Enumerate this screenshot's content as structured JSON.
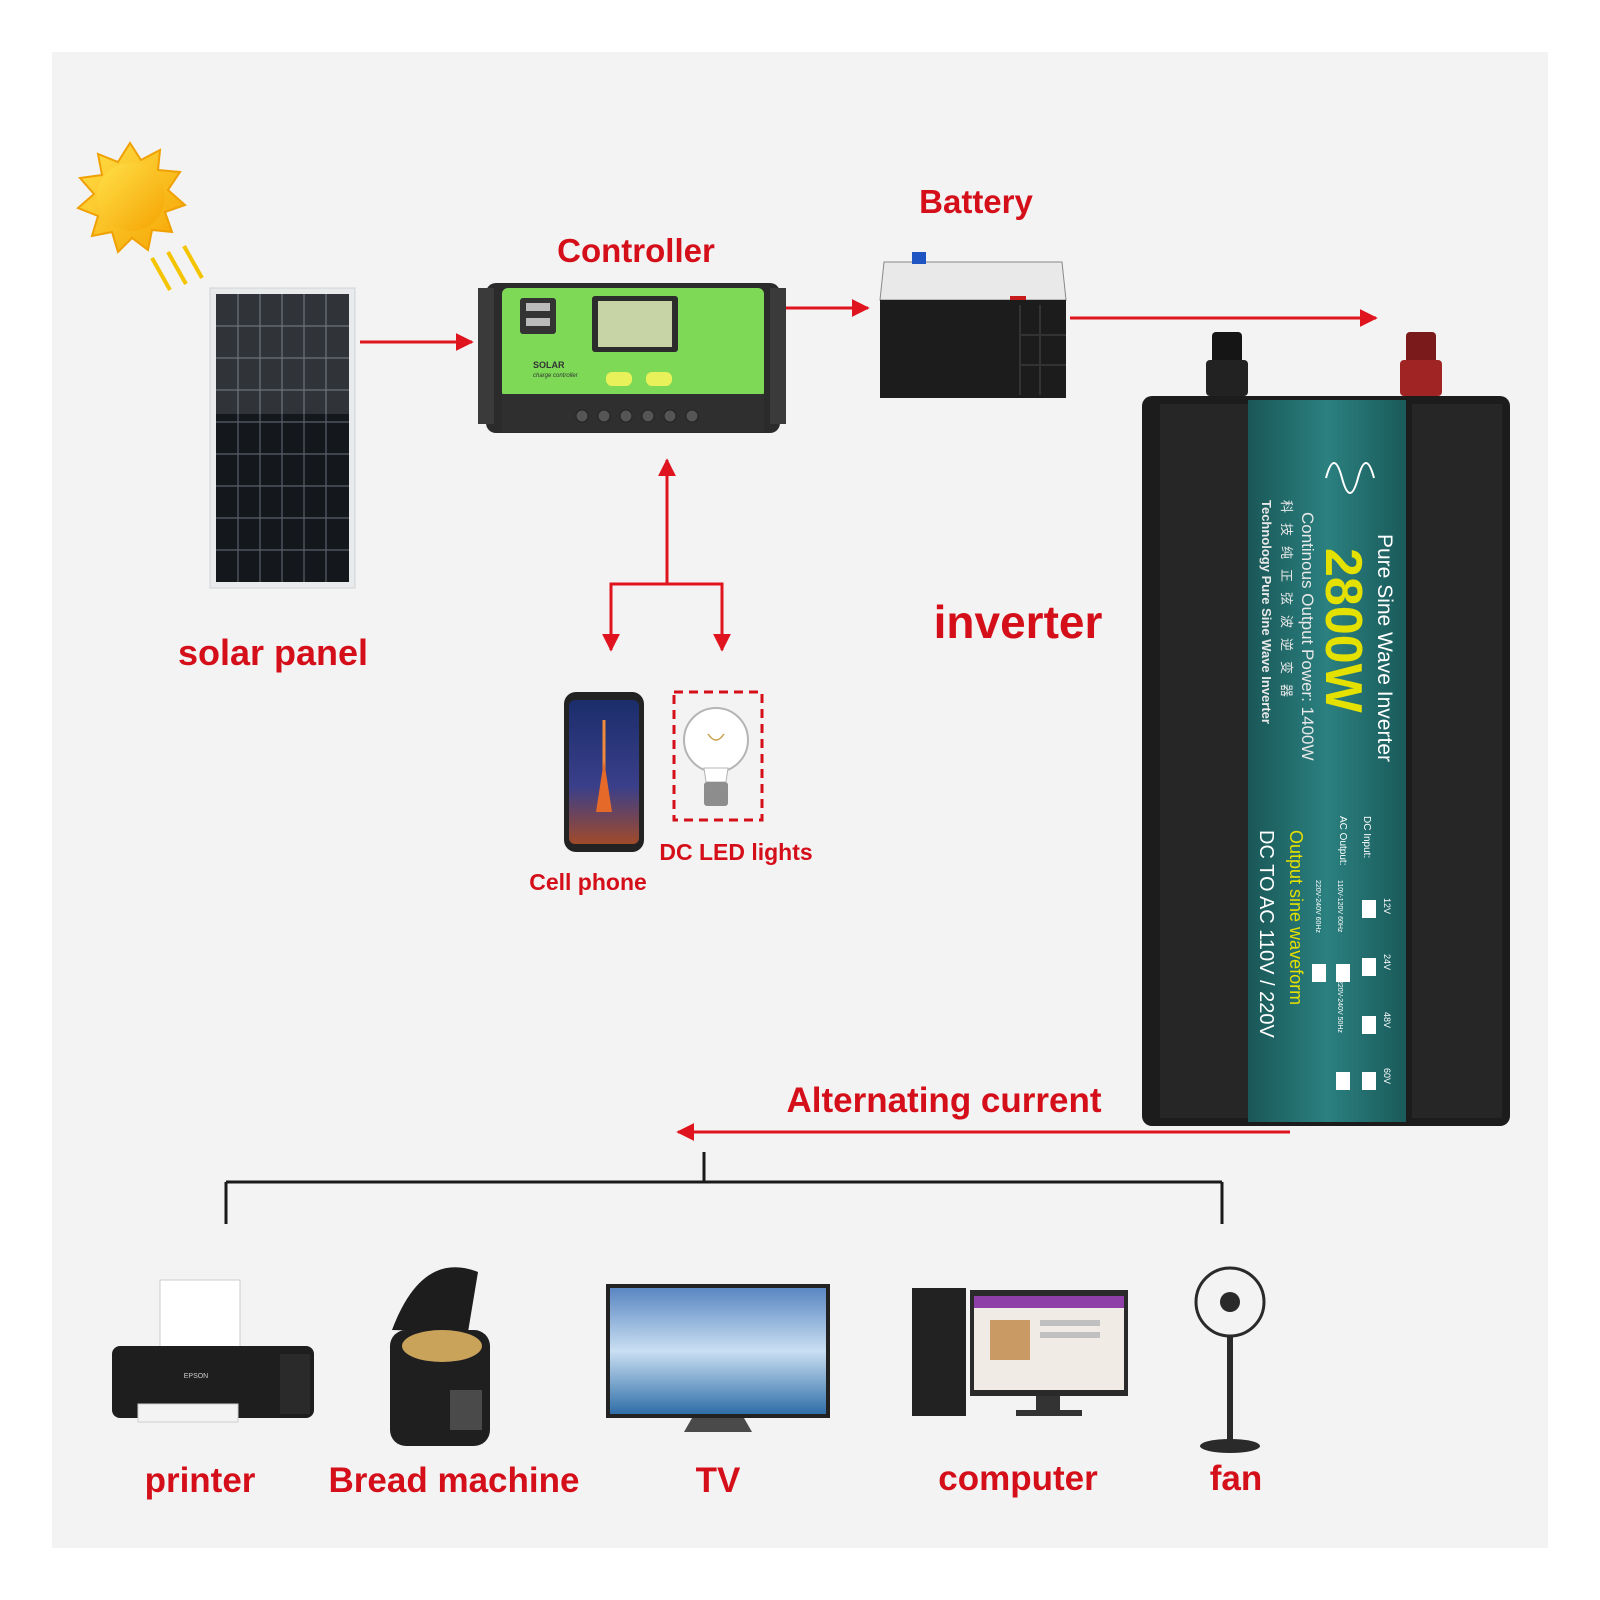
{
  "labels": {
    "solar_panel": "solar panel",
    "controller": "Controller",
    "battery": "Battery",
    "inverter": "inverter",
    "cell_phone": "Cell phone",
    "dc_led_lights": "DC LED lights",
    "alternating_current": "Alternating current",
    "printer": "printer",
    "bread_machine": "Bread machine",
    "tv": "TV",
    "computer": "computer",
    "fan": "fan"
  },
  "inverter_front": {
    "title": "Pure Sine Wave Inverter",
    "power": "2800W",
    "continuous": "Continous Output Power: 1400W",
    "chinese": "科技纯正弦波逆变器",
    "technology": "Technology Pure Sine Wave Inverter",
    "output_waveform": "Output sine waveform",
    "dc_to_ac": "DC TO AC 110V / 220V",
    "dc_input_label": "DC Input:",
    "ac_output_label": "AC Output:",
    "dc_input_options": [
      "12V",
      "24V",
      "48V",
      "60V"
    ],
    "ac_output_options": [
      "110V-120V 60Hz",
      "220V-240V 50Hz",
      "220V-240V 60Hz"
    ]
  },
  "controller_device": {
    "brand": "SOLAR",
    "subtitle": "charge controller"
  },
  "printer_brand": "EPSON",
  "colors": {
    "label_red": "#d40f1a",
    "arrow_red": "#e0141e",
    "controller_green": "#7ed957",
    "inverter_teal": "#1e6a6a",
    "inverter_yellow": "#e4e000",
    "background": "#f3f3f3"
  }
}
